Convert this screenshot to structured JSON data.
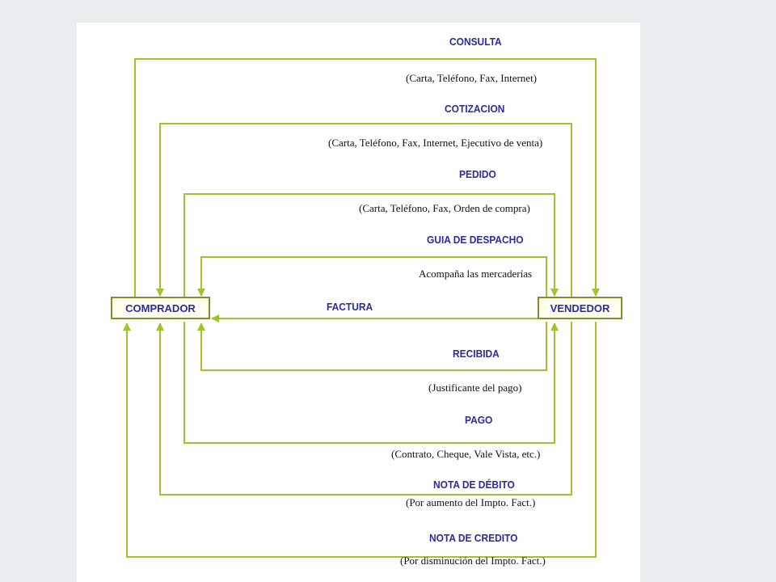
{
  "colors": {
    "line": "#9dc52a",
    "label": "#2a2aa8",
    "box_border": "#8a8a2a",
    "box_fill": "#fffff0"
  },
  "nodes": {
    "buyer": "COMPRADOR",
    "seller": "VENDEDOR"
  },
  "flows": {
    "consulta": {
      "title": "CONSULTA",
      "note": "(Carta, Teléfono, Fax, Internet)"
    },
    "cotizacion": {
      "title": "COTIZACION",
      "note": "(Carta, Teléfono, Fax, Internet, Ejecutivo de venta)"
    },
    "pedido": {
      "title": "PEDIDO",
      "note": "(Carta, Teléfono, Fax, Orden de compra)"
    },
    "guia": {
      "title": "GUIA DE DESPACHO",
      "note": "Acompaña las mercaderías"
    },
    "factura": {
      "title": "FACTURA"
    },
    "recibida": {
      "title": "RECIBIDA",
      "note": "(Justificante del pago)"
    },
    "pago": {
      "title": "PAGO",
      "note": "(Contrato, Cheque, Vale Vista, etc.)"
    },
    "debito": {
      "title": "NOTA DE DÉBITO",
      "note": "(Por aumento del Impto. Fact.)"
    },
    "credito": {
      "title": "NOTA DE CREDITO",
      "note": "(Por disminución del Impto. Fact.)"
    }
  }
}
